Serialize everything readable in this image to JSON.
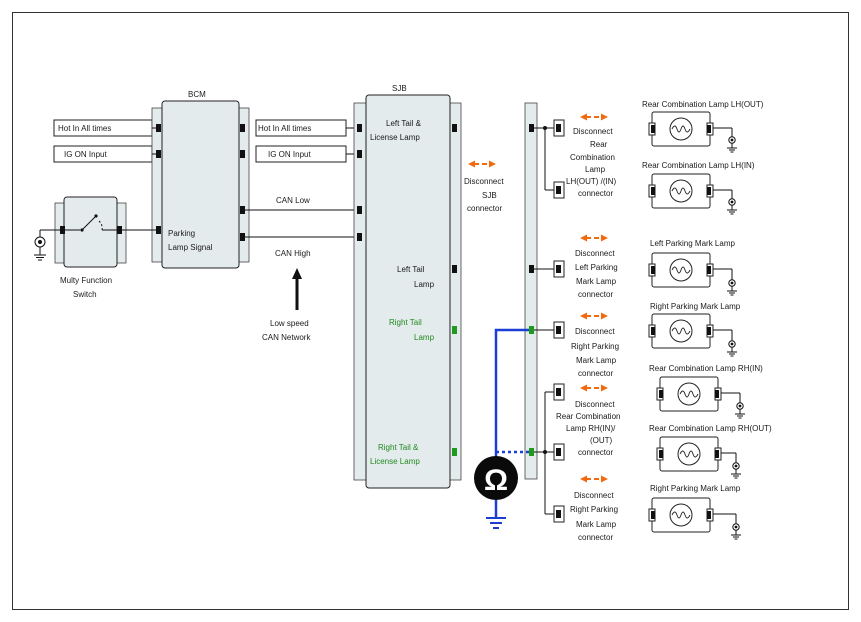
{
  "modules": {
    "bcm": "BCM",
    "sjb": "SJB"
  },
  "inputs": {
    "hot_in_all_times_left": "Hot In All times",
    "ig_on_input_left": "IG ON Input",
    "hot_in_all_times_right": "Hot In All times",
    "ig_on_input_right": "IG ON Input"
  },
  "switch": {
    "line1": "Multy Function",
    "line2": "Switch"
  },
  "bcm_signal": {
    "line1": "Parking",
    "line2": "Lamp Signal"
  },
  "network": {
    "can_low": "CAN Low",
    "can_high": "CAN High",
    "note_line1": "Low speed",
    "note_line2": "CAN Network"
  },
  "sjb_outputs": {
    "left_tail_license_1": "Left Tail &",
    "left_tail_license_2": "License Lamp",
    "left_tail_1": "Left Tail",
    "left_tail_2": "Lamp",
    "right_tail_1": "Right Tail",
    "right_tail_2": "Lamp",
    "right_tail_license_1": "Right Tail &",
    "right_tail_license_2": "License Lamp"
  },
  "sjb_disconnect": {
    "line1": "Disconnect",
    "line2": "SJB",
    "line3": "connector"
  },
  "disconnect_notes": {
    "rear_lh": [
      "Disconnect",
      "Rear",
      "Combination",
      "Lamp",
      "LH(OUT) /(IN)",
      "connector"
    ],
    "left_parking": [
      "Disconnect",
      "Left Parking",
      "Mark Lamp",
      "connector"
    ],
    "right_parking_1": [
      "Disconnect",
      "Right Parking",
      "Mark Lamp",
      "connector"
    ],
    "rear_rh": [
      "Disconnect",
      "Rear Combination",
      "Lamp RH(IN)/",
      "(OUT)",
      "connector"
    ],
    "right_parking_2": [
      "Disconnect",
      "Right Parking",
      "Mark Lamp",
      "connector"
    ]
  },
  "lamps": {
    "rear_lh_out": "Rear Combination Lamp LH(OUT)",
    "rear_lh_in": "Rear Combination Lamp LH(IN)",
    "left_parking": "Left Parking Mark Lamp",
    "right_parking_1": "Right Parking Mark Lamp",
    "rear_rh_in": "Rear Combination Lamp RH(IN)",
    "rear_rh_out": "Rear Combination Lamp RH(OUT)",
    "right_parking_2": "Right Parking Mark Lamp"
  },
  "meter": {
    "symbol": "Ω"
  },
  "colors": {
    "probe_wire": "#1a3fd6",
    "disconnect_arrow": "#f26a10",
    "green_label": "#1f8a1f",
    "module_fill": "#e4ebec"
  }
}
